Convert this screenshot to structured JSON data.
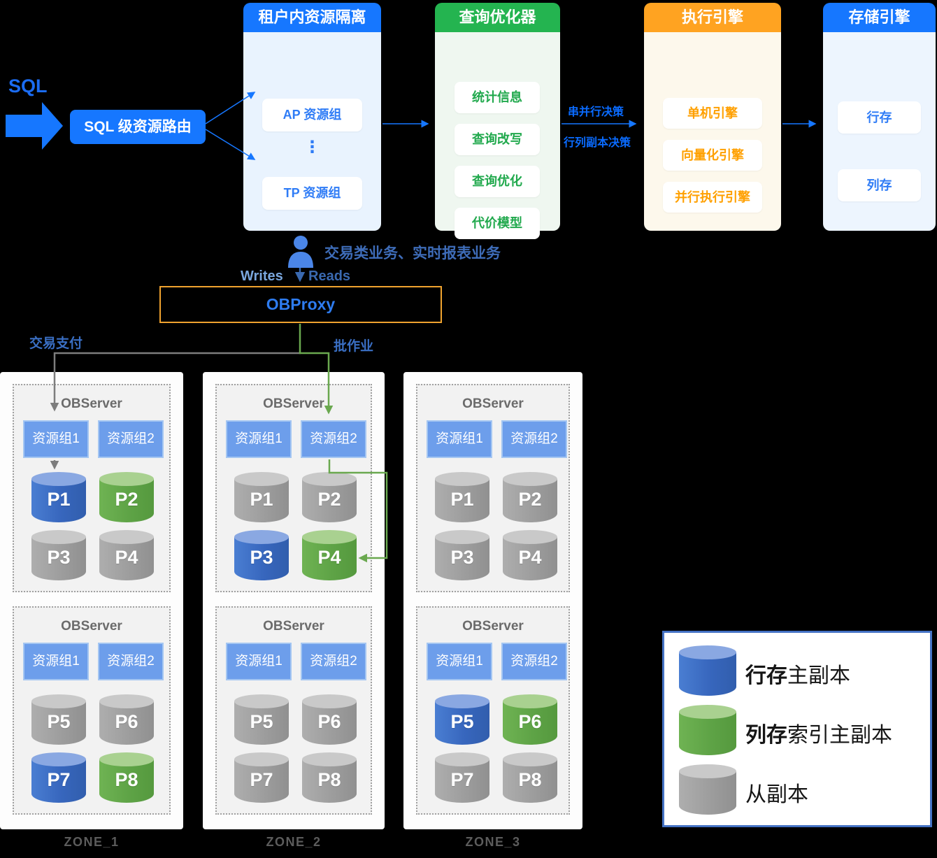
{
  "colors": {
    "accent_blue": "#1677ff",
    "optimizer_green": "#24b450",
    "engine_orange": "#ffa321",
    "obproxy_border_orange": "#f0a32f",
    "row_store_blue": "#3766bd",
    "column_store_green": "#5ea346",
    "follower_gray": "#9d9d9d"
  },
  "flow": {
    "sql_label": "SQL",
    "router_label": "SQL 级资源路由",
    "panels": [
      {
        "title": "租户内资源隔离",
        "items": [
          "AP 资源组",
          "TP 资源组"
        ],
        "ellipsis": "⋮"
      },
      {
        "title": "查询优化器",
        "items": [
          "统计信息",
          "查询改写",
          "查询优化",
          "代价模型"
        ]
      },
      {
        "title": "执行引擎",
        "items": [
          "单机引擎",
          "向量化引擎",
          "并行执行引擎"
        ]
      },
      {
        "title": "存储引擎",
        "items": [
          "行存",
          "列存"
        ]
      }
    ],
    "decision_labels": {
      "top": "串并行决策",
      "bottom": "行列副本决策"
    }
  },
  "middle": {
    "business_label": "交易类业务、实时报表业务",
    "writes_label": "Writes",
    "reads_label": "Reads",
    "obproxy_label": "OBProxy",
    "left_edge_label": "交易支付",
    "right_edge_label": "批作业"
  },
  "zones": [
    {
      "name": "ZONE_1",
      "servers": [
        {
          "title": "OBServer",
          "groups": [
            "资源组1",
            "资源组2"
          ],
          "partitions": [
            {
              "label": "P1",
              "type": "row"
            },
            {
              "label": "P2",
              "type": "column"
            },
            {
              "label": "P3",
              "type": "follower"
            },
            {
              "label": "P4",
              "type": "follower"
            }
          ]
        },
        {
          "title": "OBServer",
          "groups": [
            "资源组1",
            "资源组2"
          ],
          "partitions": [
            {
              "label": "P5",
              "type": "follower"
            },
            {
              "label": "P6",
              "type": "follower"
            },
            {
              "label": "P7",
              "type": "row"
            },
            {
              "label": "P8",
              "type": "column"
            }
          ]
        }
      ]
    },
    {
      "name": "ZONE_2",
      "servers": [
        {
          "title": "OBServer",
          "groups": [
            "资源组1",
            "资源组2"
          ],
          "partitions": [
            {
              "label": "P1",
              "type": "follower"
            },
            {
              "label": "P2",
              "type": "follower"
            },
            {
              "label": "P3",
              "type": "row"
            },
            {
              "label": "P4",
              "type": "column"
            }
          ]
        },
        {
          "title": "OBServer",
          "groups": [
            "资源组1",
            "资源组2"
          ],
          "partitions": [
            {
              "label": "P5",
              "type": "follower"
            },
            {
              "label": "P6",
              "type": "follower"
            },
            {
              "label": "P7",
              "type": "follower"
            },
            {
              "label": "P8",
              "type": "follower"
            }
          ]
        }
      ]
    },
    {
      "name": "ZONE_3",
      "servers": [
        {
          "title": "OBServer",
          "groups": [
            "资源组1",
            "资源组2"
          ],
          "partitions": [
            {
              "label": "P1",
              "type": "follower"
            },
            {
              "label": "P2",
              "type": "follower"
            },
            {
              "label": "P3",
              "type": "follower"
            },
            {
              "label": "P4",
              "type": "follower"
            }
          ]
        },
        {
          "title": "OBServer",
          "groups": [
            "资源组1",
            "资源组2"
          ],
          "partitions": [
            {
              "label": "P5",
              "type": "row"
            },
            {
              "label": "P6",
              "type": "column"
            },
            {
              "label": "P7",
              "type": "follower"
            },
            {
              "label": "P8",
              "type": "follower"
            }
          ]
        }
      ]
    }
  ],
  "legend": {
    "items": [
      {
        "type": "row",
        "term": "行存",
        "desc": "主副本"
      },
      {
        "type": "column",
        "term": "列存",
        "desc": "索引主副本"
      },
      {
        "type": "follower",
        "term": "",
        "desc": "从副本"
      }
    ]
  }
}
